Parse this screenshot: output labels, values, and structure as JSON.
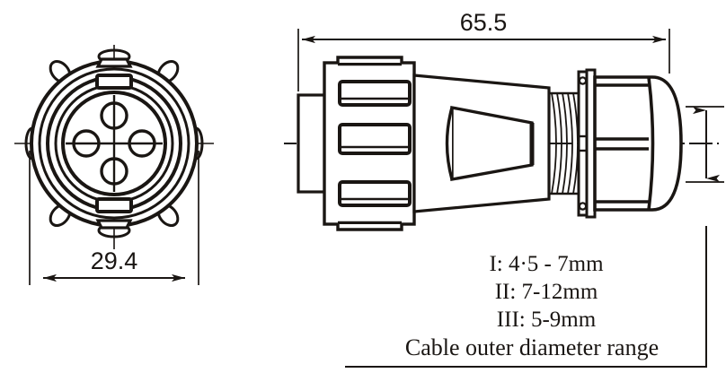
{
  "drawing": {
    "title": "Circular connector outline drawing",
    "background_color": "#ffffff",
    "line_color": "#1a1613"
  },
  "front_view": {
    "name": "front-face-view",
    "description": "End face of circular connector with four contact holes",
    "pin_count": 4,
    "pin_layout": "diamond",
    "ring_count": 5,
    "keyway_positions": [
      "top",
      "bottom"
    ],
    "dimension": {
      "label": "29.4",
      "unit": "mm",
      "orientation": "horizontal",
      "position": "below"
    }
  },
  "side_view": {
    "name": "side-section-view",
    "description": "Side elevation showing knurled coupling nut, tapered body, threads, flange and cable gland cap",
    "segments": [
      "mating-boss",
      "knurled-coupling-nut",
      "tapered-body",
      "threaded-section",
      "flange-washer",
      "cable-gland-cap"
    ],
    "knurl_slot_count": 3,
    "thread_turn_count": 5,
    "dimension_length": {
      "label": "65.5",
      "unit": "mm",
      "orientation": "horizontal",
      "position": "above"
    },
    "dimension_height": {
      "label": "",
      "orientation": "vertical",
      "position": "right"
    }
  },
  "spec_table": {
    "name": "cable-diameter-spec",
    "rows": [
      {
        "code": "I",
        "value": "I: 4·5 - 7mm"
      },
      {
        "code": "II",
        "value": "II: 7-12mm"
      },
      {
        "code": "III",
        "value": "III: 5-9mm"
      }
    ],
    "caption": "Cable outer  diameter range"
  }
}
